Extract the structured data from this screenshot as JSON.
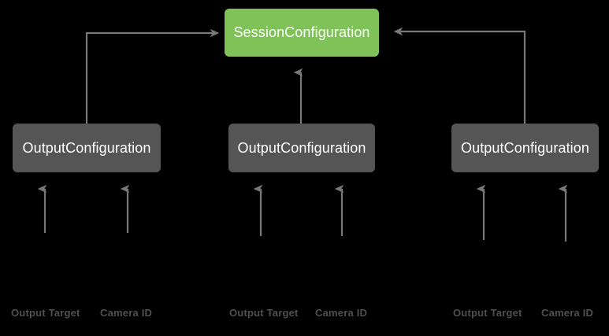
{
  "diagram": {
    "background_color": "#000000",
    "accent_color": "#7fc258",
    "node_color": "#555555",
    "edge_color": "#787878",
    "label_color": "#4f4f4f",
    "root": {
      "label": "SessionConfiguration"
    },
    "groups": [
      {
        "node_label": "OutputConfiguration",
        "fields": [
          {
            "label": "Output Target"
          },
          {
            "label": "Camera ID"
          }
        ]
      },
      {
        "node_label": "OutputConfiguration",
        "fields": [
          {
            "label": "Output Target"
          },
          {
            "label": "Camera ID"
          }
        ]
      },
      {
        "node_label": "OutputConfiguration",
        "fields": [
          {
            "label": "Output Target"
          },
          {
            "label": "Camera ID"
          }
        ]
      }
    ]
  }
}
